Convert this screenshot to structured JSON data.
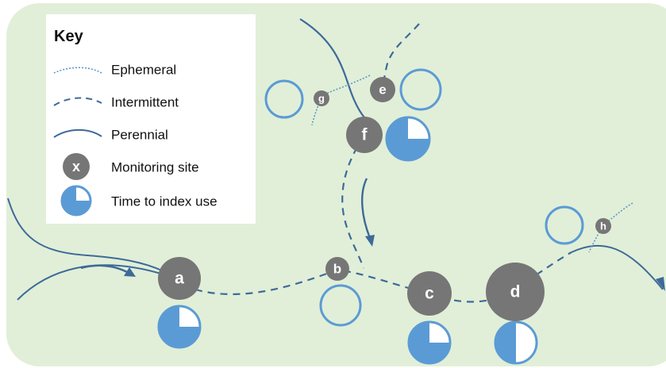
{
  "colors": {
    "background": "#e1efd8",
    "stream": "#3d6a99",
    "stream_light": "#5f97c9",
    "site": "#767676",
    "index_fill": "#5b9bd5",
    "index_ring": "#5b9bd5"
  },
  "key": {
    "title": "Key",
    "items": [
      {
        "label": "Ephemeral"
      },
      {
        "label": "Intermittent"
      },
      {
        "label": "Perennial"
      },
      {
        "label": "Monitoring site",
        "symbol": "x"
      },
      {
        "label": "Time to index use"
      }
    ]
  },
  "sites": [
    {
      "id": "a",
      "label": "a",
      "index_fraction": 0.75
    },
    {
      "id": "b",
      "label": "b",
      "index_fraction": 0
    },
    {
      "id": "c",
      "label": "c",
      "index_fraction": 0.75
    },
    {
      "id": "d",
      "label": "d",
      "index_fraction": 0.5
    },
    {
      "id": "e",
      "label": "e",
      "index_fraction": 0
    },
    {
      "id": "f",
      "label": "f",
      "index_fraction": 0.75
    },
    {
      "id": "g",
      "label": "g",
      "index_fraction": 0
    },
    {
      "id": "h",
      "label": "h",
      "index_fraction": 0
    }
  ]
}
